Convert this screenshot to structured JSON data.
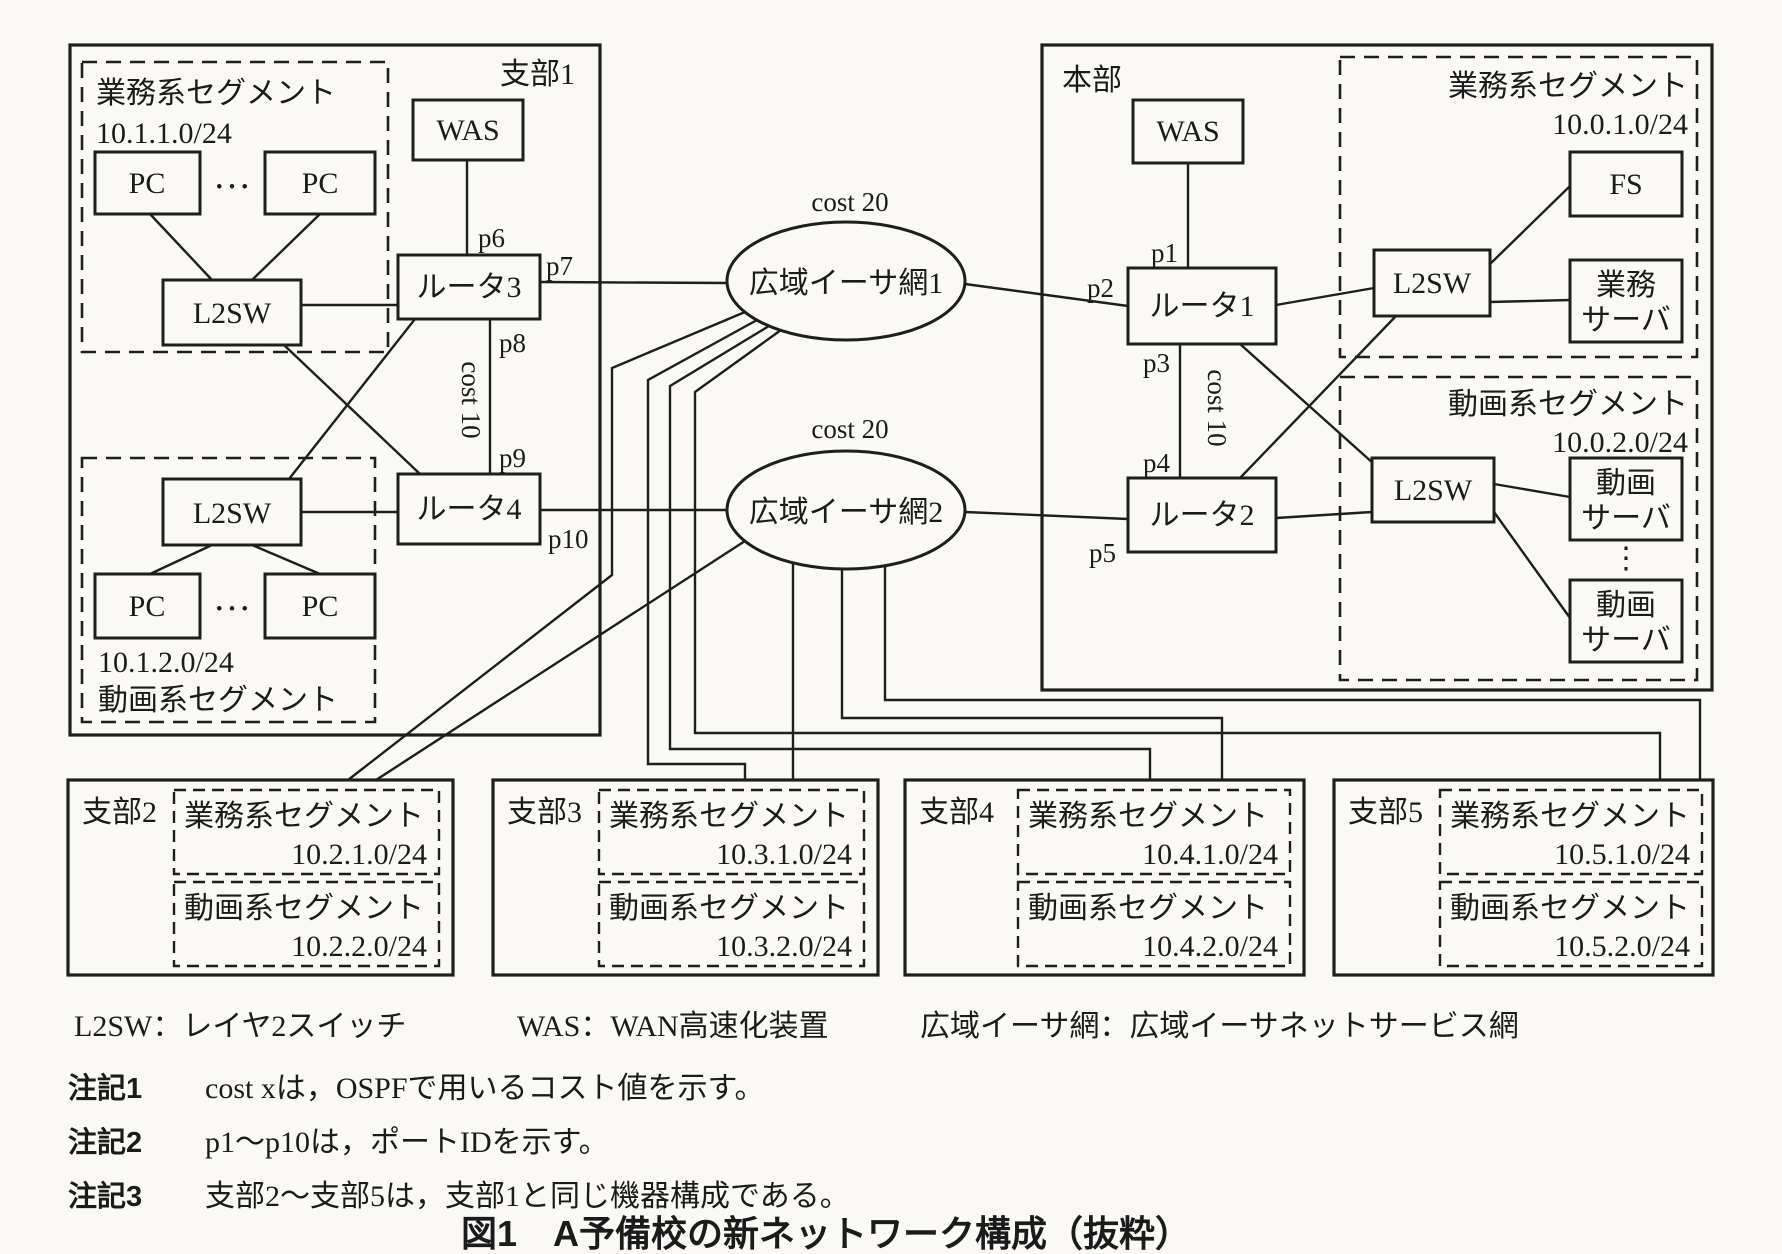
{
  "title": "図1　A予備校の新ネットワーク構成（抜粋）",
  "wan": {
    "net1": {
      "label": "広域イーサ網1",
      "cost": "cost 20"
    },
    "net2": {
      "label": "広域イーサ網2",
      "cost": "cost 20"
    }
  },
  "branch1": {
    "label": "支部1",
    "biz": {
      "label": "業務系セグメント",
      "cidr": "10.1.1.0/24"
    },
    "video": {
      "label": "動画系セグメント",
      "cidr": "10.1.2.0/24"
    },
    "pc": "PC",
    "hdots": "…",
    "l2sw": "L2SW",
    "was": "WAS",
    "router3": "ルータ3",
    "router4": "ルータ4",
    "cost10": "cost 10",
    "ports": {
      "p6": "p6",
      "p7": "p7",
      "p8": "p8",
      "p9": "p9",
      "p10": "p10"
    }
  },
  "hq": {
    "label": "本部",
    "was": "WAS",
    "router1": "ルータ1",
    "router2": "ルータ2",
    "l2sw": "L2SW",
    "cost10": "cost 10",
    "ports": {
      "p1": "p1",
      "p2": "p2",
      "p3": "p3",
      "p4": "p4",
      "p5": "p5"
    },
    "biz": {
      "label": "業務系セグメント",
      "cidr": "10.0.1.0/24",
      "fs": "FS",
      "srv1": "業務",
      "srv2": "サーバ"
    },
    "video": {
      "label": "動画系セグメント",
      "cidr": "10.0.2.0/24",
      "srv1": "動画",
      "srv2": "サーバ",
      "vdots": "⋮"
    }
  },
  "branches": [
    {
      "label": "支部2",
      "biz_label": "業務系セグメント",
      "biz_cidr": "10.2.1.0/24",
      "video_label": "動画系セグメント",
      "video_cidr": "10.2.2.0/24"
    },
    {
      "label": "支部3",
      "biz_label": "業務系セグメント",
      "biz_cidr": "10.3.1.0/24",
      "video_label": "動画系セグメント",
      "video_cidr": "10.3.2.0/24"
    },
    {
      "label": "支部4",
      "biz_label": "業務系セグメント",
      "biz_cidr": "10.4.1.0/24",
      "video_label": "動画系セグメント",
      "video_cidr": "10.4.2.0/24"
    },
    {
      "label": "支部5",
      "biz_label": "業務系セグメント",
      "biz_cidr": "10.5.1.0/24",
      "video_label": "動画系セグメント",
      "video_cidr": "10.5.2.0/24"
    }
  ],
  "legend": {
    "l2sw": "L2SW：レイヤ2スイッチ",
    "was": "WAS：WAN高速化装置",
    "wan": "広域イーサ網：広域イーサネットサービス網"
  },
  "notes": [
    {
      "tag": "注記1",
      "text": "cost xは，OSPFで用いるコスト値を示す。"
    },
    {
      "tag": "注記2",
      "text": "p1～p10は，ポートIDを示す。"
    },
    {
      "tag": "注記3",
      "text": "支部2～支部5は，支部1と同じ機器構成である。"
    }
  ]
}
